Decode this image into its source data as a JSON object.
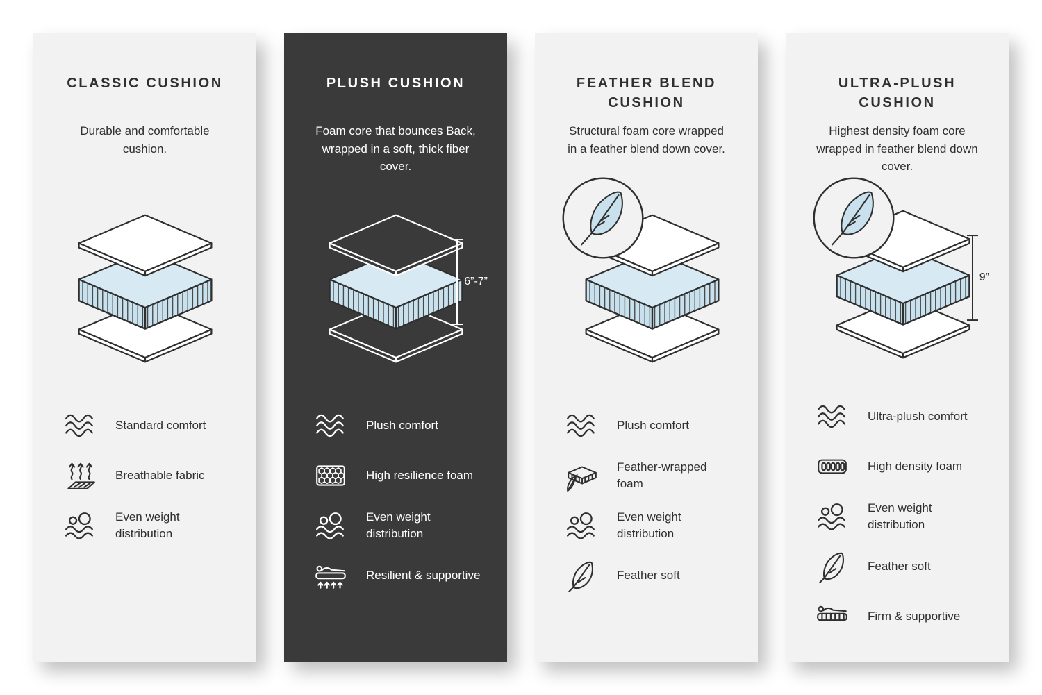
{
  "colors": {
    "page_background": "#ffffff",
    "card_light": "#f2f2f2",
    "card_dark": "#3a3a3a",
    "foam_blue": "#c9e1ec",
    "line_dark": "#2f2f2f"
  },
  "cards": [
    {
      "title": "CLASSIC CUSHION",
      "description": "Durable and comfortable cushion.",
      "theme": "light",
      "badge_icon": null,
      "measurement": null,
      "features": [
        {
          "icon": "wave-icon",
          "label": "Standard comfort"
        },
        {
          "icon": "breathable-fabric-icon",
          "label": "Breathable fabric"
        },
        {
          "icon": "even-weight-icon",
          "label": "Even weight distribution"
        }
      ]
    },
    {
      "title": "PLUSH CUSHION",
      "description": "Foam core that bounces Back, wrapped in a soft, thick fiber cover.",
      "theme": "dark",
      "badge_icon": null,
      "measurement": "6”-7”",
      "features": [
        {
          "icon": "wave-icon",
          "label": "Plush comfort"
        },
        {
          "icon": "honeycomb-foam-icon",
          "label": "High resilience foam"
        },
        {
          "icon": "even-weight-icon",
          "label": "Even weight distribution"
        },
        {
          "icon": "resilient-supportive-icon",
          "label": "Resilient & supportive"
        }
      ]
    },
    {
      "title": "FEATHER BLEND CUSHION",
      "description": "Structural foam core wrapped in a feather blend down cover.",
      "theme": "light",
      "badge_icon": "feather-badge-icon",
      "measurement": null,
      "features": [
        {
          "icon": "wave-icon",
          "label": "Plush comfort"
        },
        {
          "icon": "feather-wrapped-foam-icon",
          "label": "Feather-wrapped foam"
        },
        {
          "icon": "even-weight-icon",
          "label": "Even weight distribution"
        },
        {
          "icon": "feather-icon",
          "label": "Feather soft"
        }
      ]
    },
    {
      "title": "ULTRA-PLUSH CUSHION",
      "description": "Highest density foam core wrapped in feather blend down cover.",
      "theme": "light",
      "badge_icon": "feather-badge-icon",
      "measurement": "9”",
      "features": [
        {
          "icon": "wave-icon",
          "label": "Ultra-plush comfort"
        },
        {
          "icon": "high-density-foam-icon",
          "label": "High density foam"
        },
        {
          "icon": "even-weight-icon",
          "label": "Even weight distribution"
        },
        {
          "icon": "feather-icon",
          "label": "Feather soft"
        },
        {
          "icon": "firm-supportive-icon",
          "label": "Firm & supportive"
        }
      ]
    }
  ]
}
